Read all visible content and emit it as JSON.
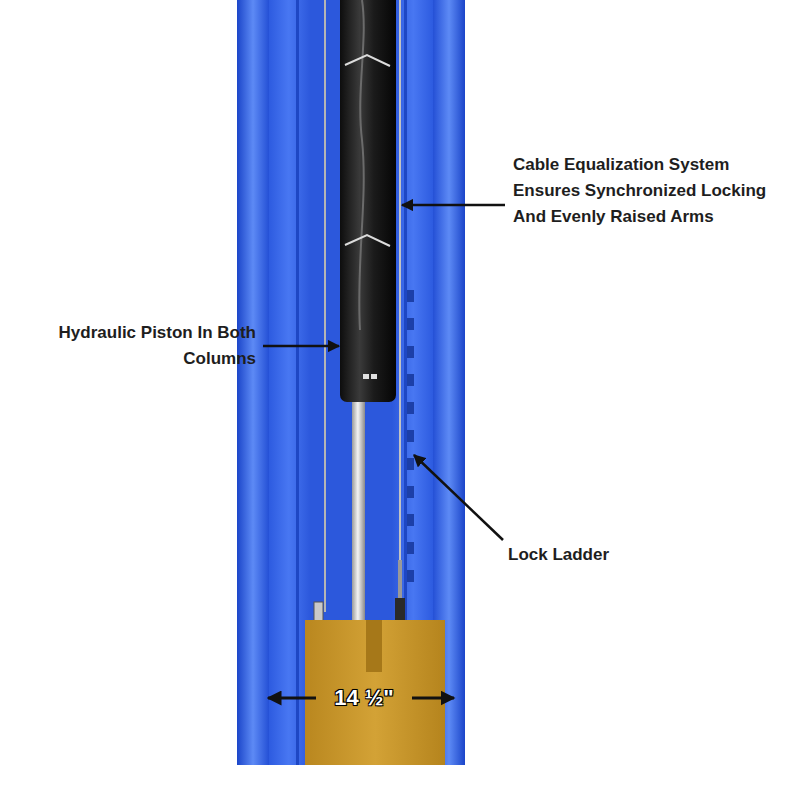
{
  "diagram": {
    "labels": [
      "Cable Equalization System Ensures Synchronized Locking And Evenly Raised Arms",
      "Hydraulic Piston In Both Columns",
      "Lock Ladder",
      "14 ½\""
    ]
  }
}
